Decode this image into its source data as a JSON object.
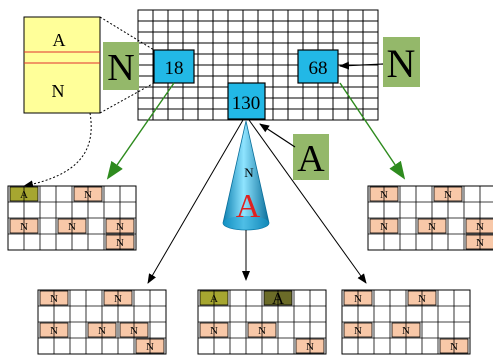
{
  "colors": {
    "blue_cell": "#22b8e6",
    "green_label": "#94b86a",
    "note_yellow": "#ffff99",
    "orange_cell": "#f8c8a8",
    "olive_cell": "#a6a630",
    "olive_dark": "#6b6b28",
    "arrow_green": "#2e8b1e",
    "note_red_line": "#e03030"
  },
  "central_grid": {
    "cells": [
      {
        "id": "cell-18",
        "text": "18"
      },
      {
        "id": "cell-68",
        "text": "68"
      },
      {
        "id": "cell-130",
        "text": "130"
      }
    ]
  },
  "labels": {
    "n_left": "N",
    "n_right": "N",
    "a_mid": "A"
  },
  "note": {
    "top": "A",
    "bottom": "N"
  },
  "cone": {
    "small": "N",
    "big": "A"
  },
  "pages": [
    {
      "name": "page-left",
      "cells": [
        "A",
        "N",
        "N",
        "N",
        "N",
        "N"
      ]
    },
    {
      "name": "page-right",
      "cells": [
        "N",
        "N",
        "N",
        "N",
        "N",
        "N"
      ]
    },
    {
      "name": "page-bottom-left",
      "cells": [
        "N",
        "N",
        "N",
        "N",
        "N",
        "N"
      ]
    },
    {
      "name": "page-bottom-mid",
      "cells": [
        "A",
        "A",
        "N",
        "N",
        "N"
      ]
    },
    {
      "name": "page-bottom-right",
      "cells": [
        "N",
        "N",
        "N",
        "N",
        "N"
      ]
    }
  ]
}
